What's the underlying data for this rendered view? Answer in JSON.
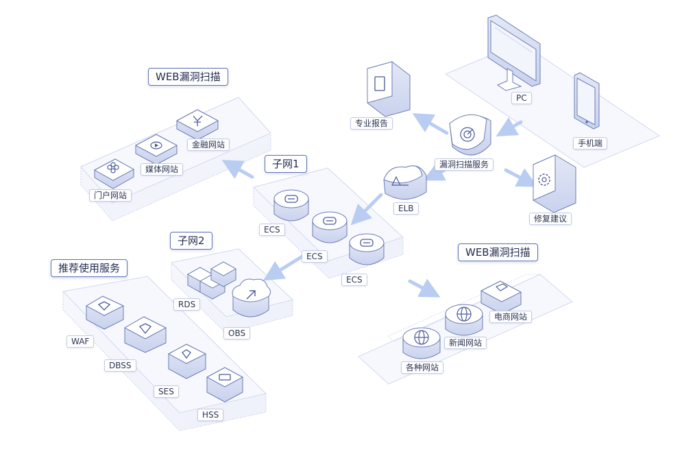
{
  "colors": {
    "platform_fill": "#f4f6fc",
    "platform_stroke": "#c9d1ec",
    "device_top": "#ffffff",
    "device_side": "#d7ddf0",
    "device_stroke": "#6b7bb5",
    "icon": "#4a5a99",
    "arrow": "#b9cdf3",
    "title_border": "#5b6fb3"
  },
  "groups": {
    "web_scan_top": {
      "title": "WEB漏洞扫描",
      "sites": [
        "门户网站",
        "媒体网站",
        "金融网站"
      ]
    },
    "web_scan_bottom": {
      "title": "WEB漏洞扫描",
      "sites": [
        "各种网站",
        "新闻网站",
        "电商网站"
      ]
    },
    "subnet1": {
      "title": "子网1",
      "nodes": [
        "ECS",
        "ECS",
        "ECS"
      ]
    },
    "subnet2": {
      "title": "子网2",
      "nodes": [
        "RDS",
        "OBS"
      ]
    },
    "recommended": {
      "title": "推荐使用服务",
      "services": [
        "WAF",
        "DBSS",
        "SES",
        "HSS"
      ]
    }
  },
  "nodes": {
    "report": "专业报告",
    "scan_service": "漏洞扫描服务",
    "elb": "ELB",
    "advice": "修复建议",
    "pc": "PC",
    "mobile": "手机端"
  },
  "icons": {
    "portal": "flower-icon",
    "media": "play-icon",
    "finance": "yen-icon",
    "ecs": "server-icon",
    "rds": "database-cubes-icon",
    "obs": "cloud-upload-icon",
    "waf": "shield-icon",
    "dbss": "shield-icon",
    "ses": "shield-icon",
    "hss": "shield-icon",
    "report": "document-icon",
    "scan": "radar-shield-icon",
    "elb": "balance-icon",
    "advice": "gear-icon",
    "pc": "monitor-icon",
    "mobile": "phone-icon",
    "news": "globe-icon",
    "various": "globe-icon",
    "ecommerce": "document-icon"
  }
}
